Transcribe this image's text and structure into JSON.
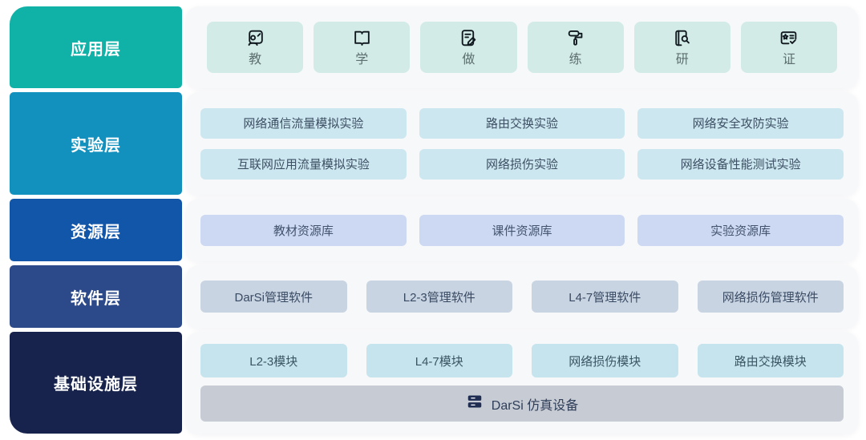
{
  "layers": {
    "app": {
      "title": "应用层",
      "items": [
        {
          "label": "教",
          "icon": "teacher-board-icon"
        },
        {
          "label": "学",
          "icon": "open-book-icon"
        },
        {
          "label": "做",
          "icon": "document-edit-icon"
        },
        {
          "label": "练",
          "icon": "paint-roller-icon"
        },
        {
          "label": "研",
          "icon": "document-search-icon"
        },
        {
          "label": "证",
          "icon": "certificate-check-icon"
        }
      ]
    },
    "experiment": {
      "title": "实验层",
      "rows": [
        [
          "网络通信流量模拟实验",
          "路由交换实验",
          "网络安全攻防实验"
        ],
        [
          "互联网应用流量模拟实验",
          "网络损伤实验",
          "网络设备性能测试实验"
        ]
      ]
    },
    "resource": {
      "title": "资源层",
      "items": [
        "教材资源库",
        "课件资源库",
        "实验资源库"
      ]
    },
    "software": {
      "title": "软件层",
      "items": [
        "DarSi管理软件",
        "L2-3管理软件",
        "L4-7管理软件",
        "网络损伤管理软件"
      ]
    },
    "infrastructure": {
      "title": "基础设施层",
      "modules": [
        "L2-3模块",
        "L4-7模块",
        "网络损伤模块",
        "路由交换模块"
      ],
      "device": {
        "label": "DarSi 仿真设备",
        "icon": "server-stack-icon"
      }
    }
  },
  "colors": {
    "app_header": "#10b1a7",
    "experiment_header": "#1291bf",
    "resource_header": "#1156a8",
    "software_header": "#2c4a89",
    "infrastructure_header": "#17234d",
    "app_box": "#d2ebe7",
    "experiment_box": "#cde7f0",
    "resource_box": "#cdd9f2",
    "software_box": "#c9d4e3",
    "module_box": "#c6e4ee",
    "device_bar": "#c6cbd4"
  }
}
